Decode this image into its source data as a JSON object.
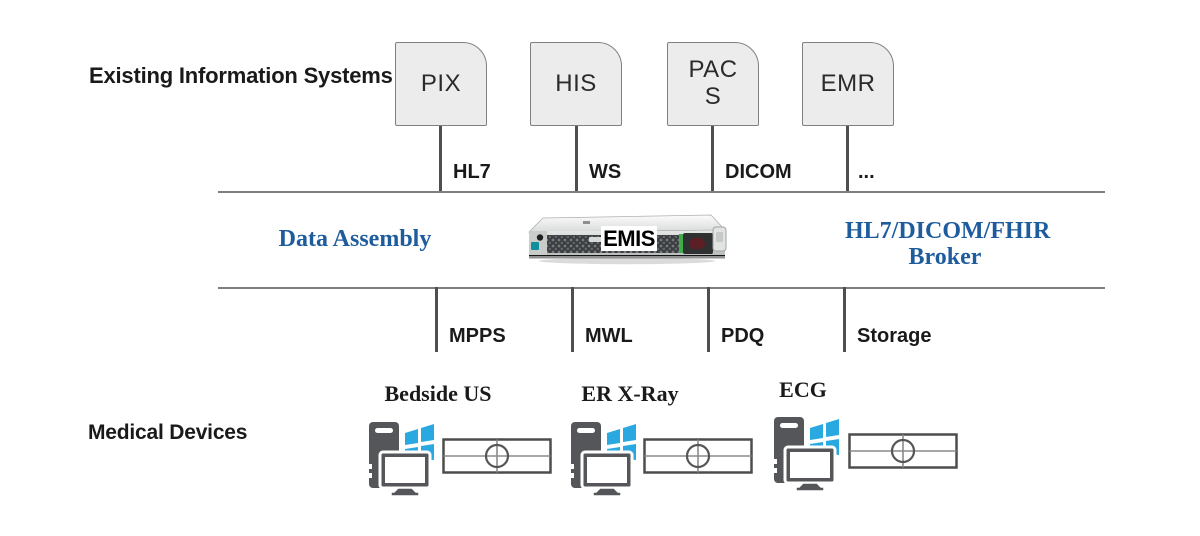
{
  "sections": {
    "existing_systems": "Existing Information Systems",
    "medical_devices": "Medical Devices"
  },
  "systems": [
    {
      "label": "PIX"
    },
    {
      "label": "HIS"
    },
    {
      "label": "PAC\nS"
    },
    {
      "label": "EMR"
    }
  ],
  "top_protocols": [
    "HL7",
    "WS",
    "DICOM",
    "..."
  ],
  "middle": {
    "left_label": "Data Assembly",
    "server_label": "EMIS",
    "right_label": "HL7/DICOM/FHIR\nBroker"
  },
  "bottom_services": [
    "MPPS",
    "MWL",
    "PDQ",
    "Storage"
  ],
  "devices": [
    {
      "label": "Bedside US"
    },
    {
      "label": "ER X-Ray"
    },
    {
      "label": "ECG"
    }
  ],
  "icons": {
    "workstation": "pc-workstation-icon",
    "windows_flag": "windows-logo-icon",
    "exam_table": "exam-table-icon",
    "server": "rack-server-icon"
  },
  "colors": {
    "accent_blue": "#1e5c9e",
    "line_gray": "#7f7f7f",
    "connector_gray": "#4f4f4f",
    "box_fill": "#ececec",
    "box_border": "#808080",
    "icon_gray": "#54565a",
    "windows_blue": "#2aa9e0",
    "text_black": "#1a1a1a"
  }
}
